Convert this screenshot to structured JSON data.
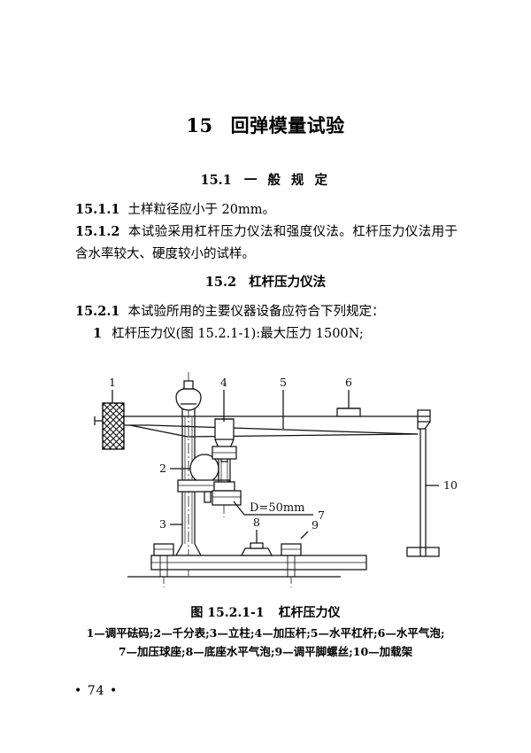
{
  "document": {
    "chapter": {
      "number": "15",
      "title": "回弹模量试验"
    },
    "sections": [
      {
        "number": "15.1",
        "title": "一 般 规 定"
      },
      {
        "number": "15.2",
        "title": "杠杆压力仪法"
      }
    ],
    "paragraphs": [
      {
        "label": "15.1.1",
        "text": "土样粒径应小于 20mm。"
      },
      {
        "label": "15.1.2",
        "text": "本试验采用杠杆压力仪法和强度仪法。杠杆压力仪法用于含水率较大、硬度较小的试样。"
      },
      {
        "label": "15.2.1",
        "text": "本试验所用的主要仪器设备应符合下列规定："
      },
      {
        "label": "1",
        "text": "杠杆压力仪(图 15.2.1-1):最大压力 1500N;"
      }
    ],
    "figure": {
      "caption_number": "图 15.2.1-1",
      "caption_title": "杠杆压力仪",
      "dimension_label": "D=50mm",
      "callouts": [
        "1",
        "2",
        "3",
        "4",
        "5",
        "6",
        "7",
        "8",
        "9",
        "10"
      ],
      "legend_line1": "1—调平砝码;2—千分表;3—立柱;4—加压杆;5—水平杠杆;6—水平气泡;",
      "legend_line2": "7—加压球座;8—底座水平气泡;9—调平脚螺丝;10—加载架"
    },
    "footer": {
      "page_number": "• 74 •"
    },
    "colors": {
      "ink": "#000000",
      "paper": "#ffffff"
    }
  }
}
